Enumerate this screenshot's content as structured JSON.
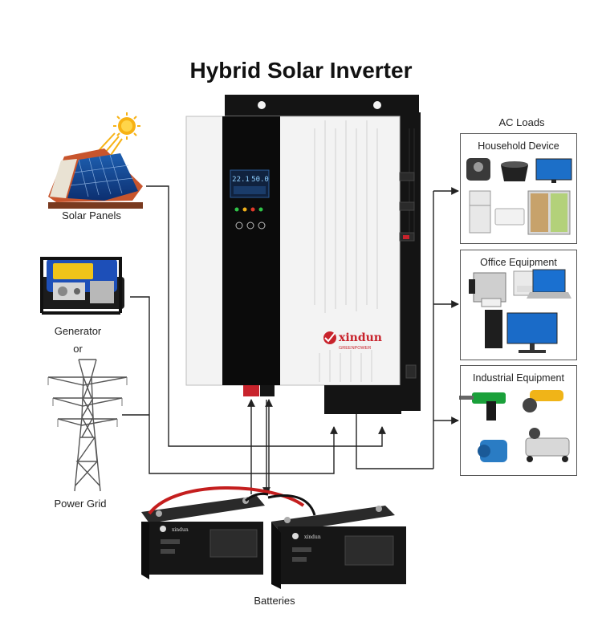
{
  "title": "Hybrid Solar Inverter",
  "sources": {
    "solar": "Solar Panels",
    "generator": "Generator",
    "or": "or",
    "grid": "Power Grid"
  },
  "batteries": "Batteries",
  "loads": {
    "heading": "AC Loads",
    "household": "Household Device",
    "office": "Office Equipment",
    "industrial": "Industrial Equipment"
  },
  "inverter": {
    "brand": "xindun",
    "brand_sub": "GREENPOWER",
    "display_left": "22.1",
    "display_right": "50.0"
  },
  "battery_brand": "xindun",
  "colors": {
    "inverter_body": "#f3f3f3",
    "inverter_panel": "#0b0b0b",
    "backplate": "#141414",
    "wire": "#222222",
    "battery": "#161616",
    "red_cable": "#c41e1e",
    "connector": "#c8232c"
  }
}
